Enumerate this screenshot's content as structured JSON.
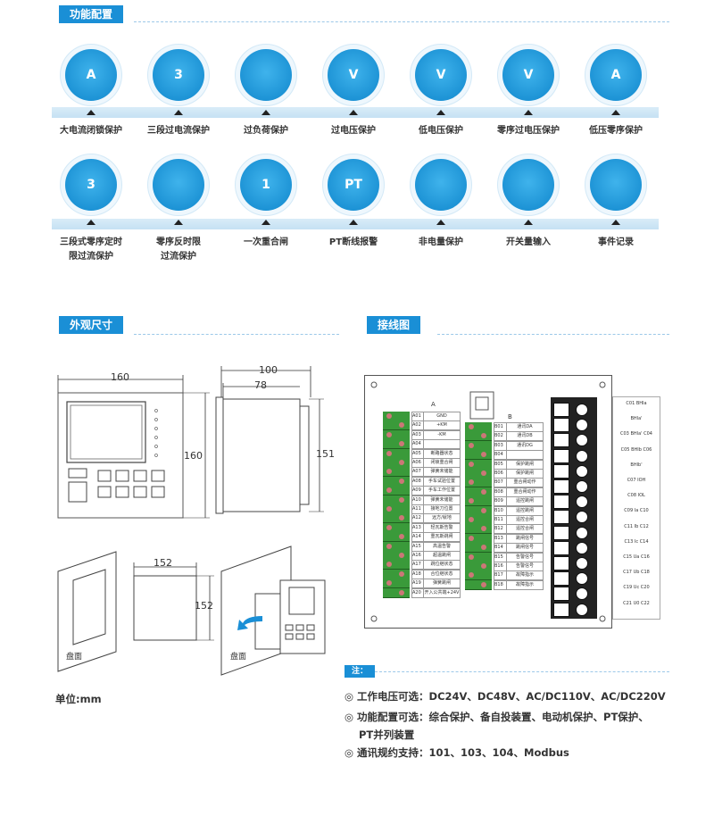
{
  "sections": {
    "functions": "功能配置",
    "dimensions": "外观尺寸",
    "wiring": "接线图",
    "notes_tag": "注："
  },
  "functions_row1": [
    {
      "label": "大电流闭锁保护",
      "icon": "wave-current-icon",
      "glyph": "A"
    },
    {
      "label": "三段过电流保护",
      "icon": "three-stage-current-icon",
      "glyph": "3"
    },
    {
      "label": "过负荷保护",
      "icon": "gauge-icon",
      "glyph": ""
    },
    {
      "label": "过电压保护",
      "icon": "overvoltage-icon",
      "glyph": "V"
    },
    {
      "label": "低电压保护",
      "icon": "undervoltage-icon",
      "glyph": "V"
    },
    {
      "label": "零序过电压保护",
      "icon": "zero-seq-overvoltage-icon",
      "glyph": "V"
    },
    {
      "label": "低压零序保护",
      "icon": "low-voltage-zero-seq-icon",
      "glyph": "A"
    }
  ],
  "functions_row2": [
    {
      "label": "三段式零序定时\n限过流保护",
      "icon": "three-stage-zero-seq-icon",
      "glyph": "3"
    },
    {
      "label": "零序反时限\n过流保护",
      "icon": "zero-seq-inverse-icon",
      "glyph": ""
    },
    {
      "label": "一次重合闸",
      "icon": "reclose-icon",
      "glyph": "1"
    },
    {
      "label": "PT断线报警",
      "icon": "pt-alarm-icon",
      "glyph": "PT"
    },
    {
      "label": "非电量保护",
      "icon": "non-electric-icon",
      "glyph": ""
    },
    {
      "label": "开关量输入",
      "icon": "switch-input-icon",
      "glyph": ""
    },
    {
      "label": "事件记录",
      "icon": "event-record-icon",
      "glyph": ""
    }
  ],
  "dims": {
    "w160": "160",
    "h160": "160",
    "d100": "100",
    "d78": "78",
    "h151": "151",
    "c152w": "152",
    "c152h": "152",
    "panel1": "盘面",
    "panel2": "盘面",
    "unit": "单位:mm"
  },
  "wiring": {
    "colA": "A",
    "colB": "B",
    "a_rows": [
      [
        "A01",
        "GND"
      ],
      [
        "A02",
        "+KM"
      ],
      [
        "A03",
        "-KM"
      ],
      [
        "A04",
        ""
      ],
      [
        "A05",
        "断路器状态"
      ],
      [
        "A06",
        "闭锁重合闸"
      ],
      [
        "A07",
        "弹簧未储能"
      ],
      [
        "A08",
        "手车试验位置"
      ],
      [
        "A09",
        "手车工作位置"
      ],
      [
        "A10",
        "弹簧未储能"
      ],
      [
        "A11",
        "接地刀位置"
      ],
      [
        "A12",
        "远方/就地"
      ],
      [
        "A13",
        "轻瓦斯告警"
      ],
      [
        "A14",
        "重瓦斯跳闸"
      ],
      [
        "A15",
        "高温告警"
      ],
      [
        "A16",
        "超温跳闸"
      ],
      [
        "A17",
        "跳位继状态"
      ],
      [
        "A18",
        "合位继状态"
      ],
      [
        "A19",
        "弹簧跳闸"
      ],
      [
        "A20",
        "开入公共端+24V"
      ]
    ],
    "b_rows": [
      [
        "B01",
        "通讯DA"
      ],
      [
        "B02",
        "通讯DB"
      ],
      [
        "B03",
        "通讯DG"
      ],
      [
        "B04",
        ""
      ],
      [
        "B05",
        "保护跳闸"
      ],
      [
        "B06",
        "保护跳闸"
      ],
      [
        "B07",
        "重合闸动作"
      ],
      [
        "B08",
        "重合闸动作"
      ],
      [
        "B09",
        "遥控跳闸"
      ],
      [
        "B10",
        "遥控跳闸"
      ],
      [
        "B11",
        "遥控合闸"
      ],
      [
        "B12",
        "遥控合闸"
      ],
      [
        "B13",
        "跳闸信号"
      ],
      [
        "B14",
        "跳闸信号"
      ],
      [
        "B15",
        "告警信号"
      ],
      [
        "B16",
        "告警信号"
      ],
      [
        "B17",
        "故障指示"
      ],
      [
        "B18",
        "故障指示"
      ]
    ],
    "c_terms": [
      "C01 BHIa",
      "BHIa'",
      "C03 BHIa' C04",
      "C05 BHIb C06",
      "BHIb'",
      "C07 IOH",
      "C08 IOL",
      "C09 Ia C10",
      "C11 Ib C12",
      "C13 Ic C14",
      "C15 Ua C16",
      "C17 Ub C18",
      "C19 Uc C20",
      "C21 U0 C22"
    ]
  },
  "notes": [
    "◎ 工作电压可选：DC24V、DC48V、AC/DC110V、AC/DC220V",
    "◎ 功能配置可选：综合保护、备自投装置、电动机保护、PT保护、",
    "PT并列装置",
    "◎ 通讯规约支持：101、103、104、Modbus"
  ],
  "colors": {
    "accent": "#1a8fd6",
    "icon": "#1a9ae0",
    "band": "#cfe6f6"
  }
}
